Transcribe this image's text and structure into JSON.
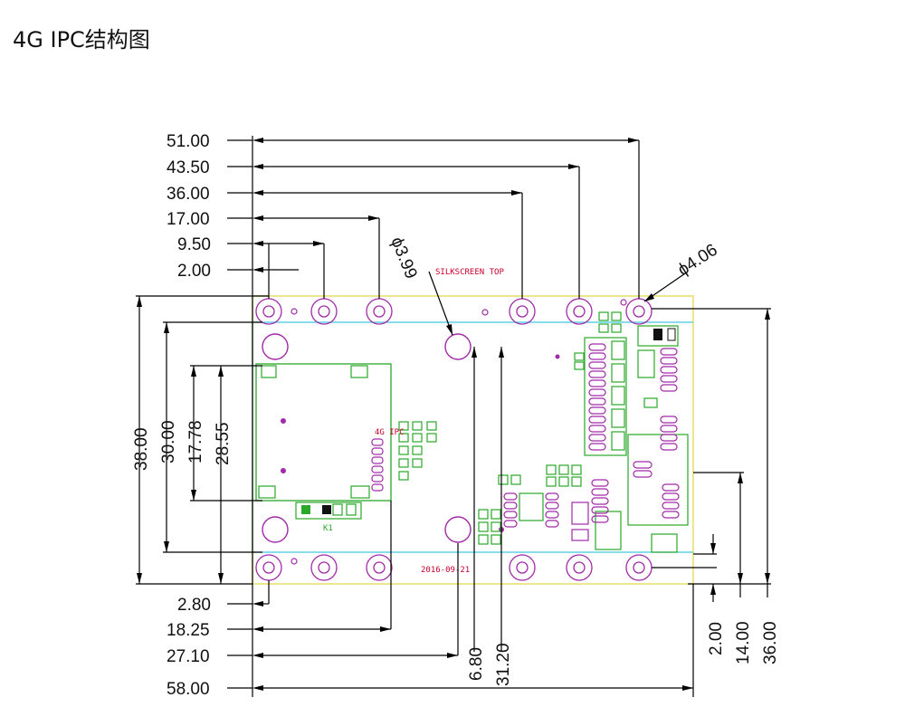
{
  "title": "4G IPC结构图",
  "dimensions": {
    "top": [
      "51.00",
      "43.50",
      "36.00",
      "17.00",
      "9.50",
      "2.00"
    ],
    "left_vertical": [
      "38.00",
      "30.00",
      "17.78",
      "28.55"
    ],
    "bottom_left": [
      "2.80",
      "18.25",
      "27.10",
      "58.00"
    ],
    "bottom_mid": [
      "6.80",
      "31.20"
    ],
    "right_vertical": [
      "2.00",
      "14.00",
      "36.00"
    ],
    "hole_small": "ϕ3.99",
    "hole_large": "ϕ4.06"
  },
  "board": {
    "silkscreen": "SILKSCREEN  TOP",
    "date": "2016-09-21",
    "module_label": "4G IPC",
    "connector_label": "K1"
  },
  "colors": {
    "board_outline": "#e8e070",
    "silk_green": "#29a829",
    "pad_magenta": "#a02aa8",
    "cyan": "#40c8e0",
    "silk_red": "#c8002a"
  }
}
